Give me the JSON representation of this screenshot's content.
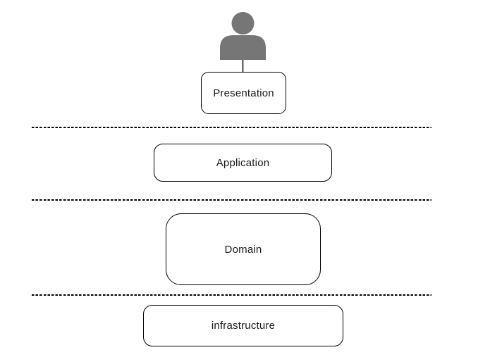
{
  "diagram": {
    "type": "layered-architecture",
    "actor": {
      "icon": "user-icon",
      "color": "#767676"
    },
    "layers": [
      {
        "id": "presentation",
        "label": "Presentation"
      },
      {
        "id": "application",
        "label": "Application"
      },
      {
        "id": "domain",
        "label": "Domain"
      },
      {
        "id": "infrastructure",
        "label": "infrastructure"
      }
    ],
    "dividers": {
      "count": 3,
      "style": "dashed"
    },
    "colors": {
      "background": "#ffffff",
      "box_border": "#000000",
      "box_fill": "#ffffff",
      "divider": "#000000",
      "text": "#1a1a1a",
      "actor_gray": "#767676"
    }
  }
}
